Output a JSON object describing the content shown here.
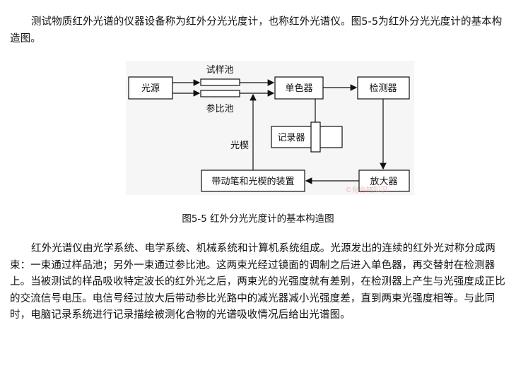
{
  "paragraphs": {
    "intro": "测试物质红外光谱的仪器设备称为红外分光光度计，也称红外光谱仪。图5-5为红外分光光度计的基本构造图。",
    "body": "红外光谱仪由光学系统、电学系统、机械系统和计算机系统组成。光源发出的连续的红外光对称分成两束：一束通过样品池；另外一束通过参比池。这两束光经过镜面的调制之后进入单色器，再交替射在检测器上。当被测试的样品吸收特定波长的红外光之后，两束光的光强度就有差别，在检测器上产生与光强度成正比的交流信号电压。电信号经过放大后带动参比光路中的减光器减小光强度差，直到两束光强度相等。与此同时，电脑记录系统进行记录描绘被测化合物的光谱吸收情况后给出光谱图。"
  },
  "figure": {
    "caption": "图5-5  红外分光光度计的基本构造图",
    "labels": {
      "source": "光源",
      "sample_cell": "试样池",
      "reference_cell": "参比池",
      "monochromator": "单色器",
      "detector": "检测器",
      "recorder": "记录器",
      "wedge": "光楔",
      "amplifier": "放大器",
      "drive_device": "带动笔和光楔的装置",
      "watermark": "©化合物知识"
    }
  }
}
